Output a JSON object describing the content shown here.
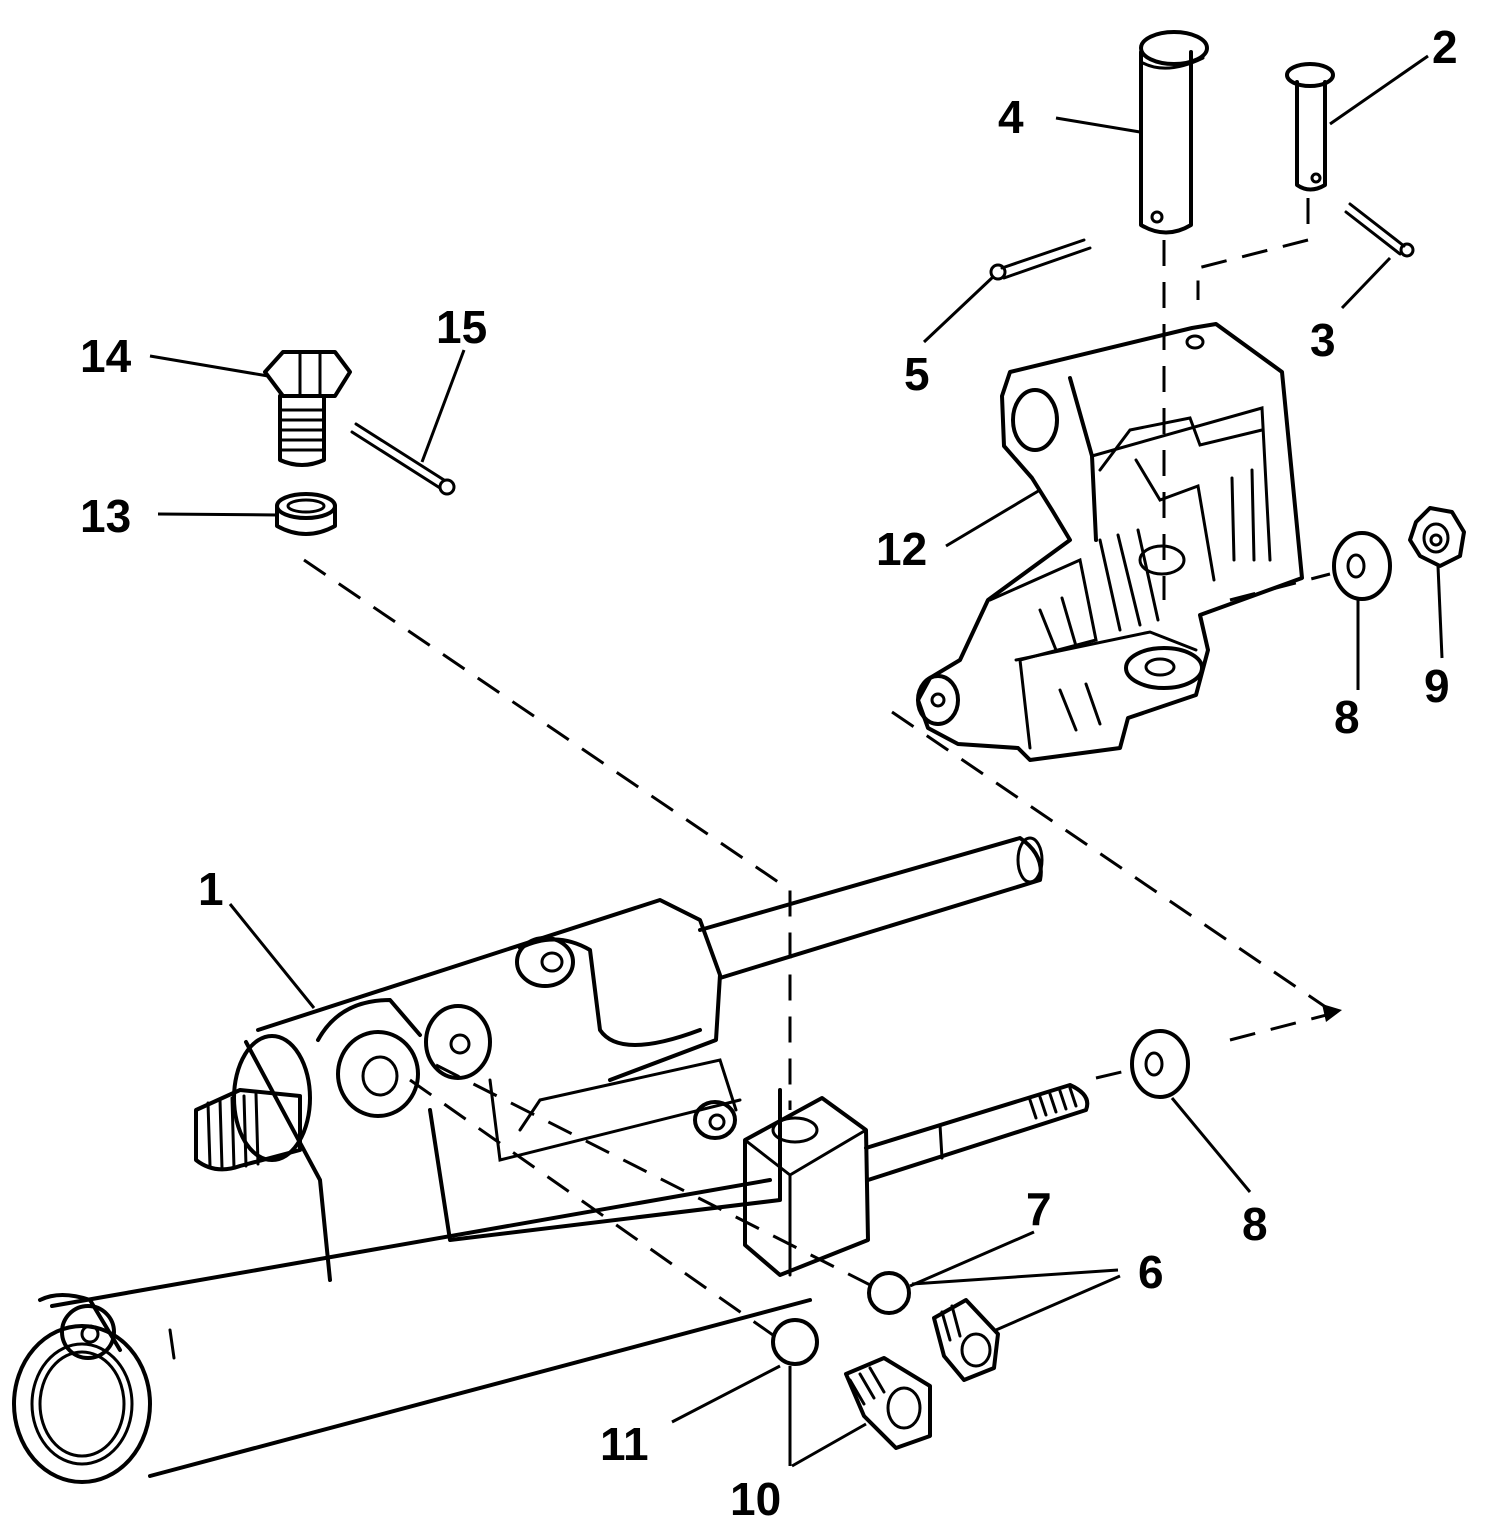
{
  "callouts": [
    {
      "id": "1",
      "text": "1"
    },
    {
      "id": "2",
      "text": "2"
    },
    {
      "id": "3",
      "text": "3"
    },
    {
      "id": "4",
      "text": "4"
    },
    {
      "id": "5",
      "text": "5"
    },
    {
      "id": "6",
      "text": "6"
    },
    {
      "id": "7",
      "text": "7"
    },
    {
      "id": "8a",
      "text": "8"
    },
    {
      "id": "8b",
      "text": "8"
    },
    {
      "id": "9",
      "text": "9"
    },
    {
      "id": "10",
      "text": "10"
    },
    {
      "id": "11",
      "text": "11"
    },
    {
      "id": "12",
      "text": "12"
    },
    {
      "id": "13",
      "text": "13"
    },
    {
      "id": "14",
      "text": "14"
    },
    {
      "id": "15",
      "text": "15"
    }
  ]
}
